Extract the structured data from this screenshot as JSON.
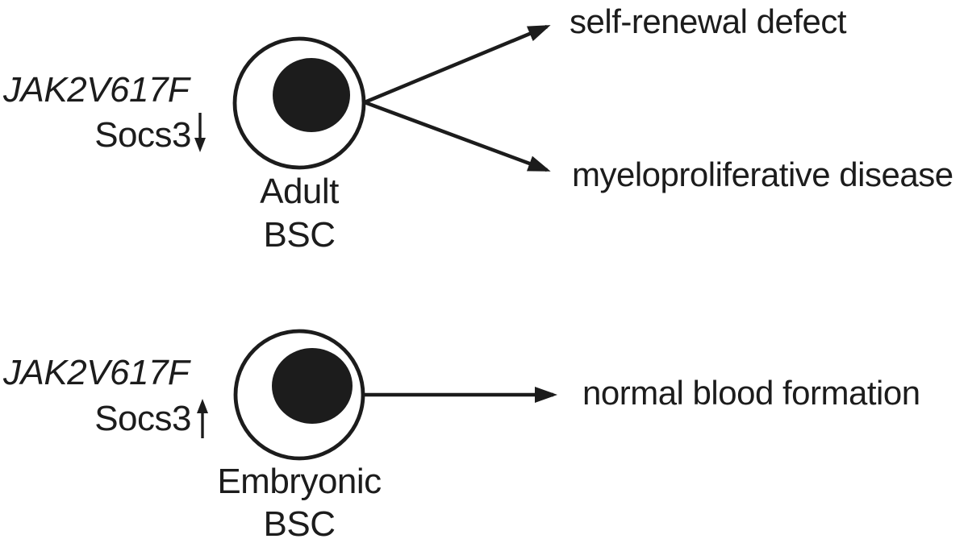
{
  "figure": {
    "background_color": "#ffffff",
    "ink_color": "#1c1c1c",
    "adult_panel": {
      "gene_label": "JAK2V617F",
      "regulator_label": "Socs3",
      "regulator_direction": "down",
      "cell_name_line1": "Adult",
      "cell_name_line2": "BSC",
      "outcome_top": "self-renewal defect",
      "outcome_bottom": "myeloproliferative disease"
    },
    "embryonic_panel": {
      "gene_label": "JAK2V617F",
      "regulator_label": "Socs3",
      "regulator_direction": "up",
      "cell_name_line1": "Embryonic",
      "cell_name_line2": "BSC",
      "outcome": "normal blood formation"
    }
  }
}
